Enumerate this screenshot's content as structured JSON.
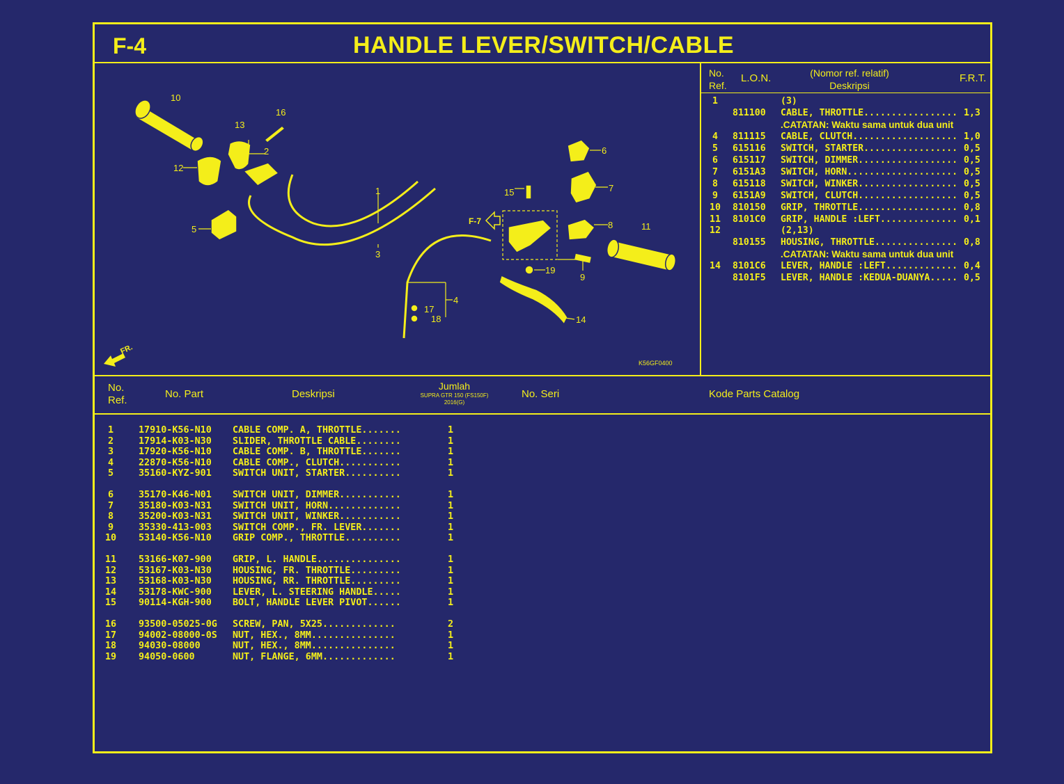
{
  "page": {
    "code": "F-4",
    "title": "HANDLE LEVER/SWITCH/CABLE"
  },
  "diagram": {
    "callouts": [
      "1",
      "2",
      "3",
      "4",
      "5",
      "6",
      "7",
      "8",
      "9",
      "10",
      "11",
      "12",
      "13",
      "14",
      "15",
      "16",
      "17",
      "18",
      "19"
    ],
    "ref_arrow": "F-7",
    "direction_label": "FR.",
    "figure_code": "K56GF0400"
  },
  "frt_table": {
    "headers": {
      "ref_line1": "No.",
      "ref_line2": "Ref.",
      "lon": "L.O.N.",
      "desc_line1": "(Nomor ref. relatif)",
      "desc_line2": "Deskripsi",
      "frt": "F.R.T."
    },
    "rows": [
      {
        "ref": "1",
        "lon": "",
        "desc": "(3)",
        "frt": ""
      },
      {
        "ref": "",
        "lon": "811100",
        "desc": "CABLE, THROTTLE.................",
        "frt": "1,3"
      },
      {
        "ref": "",
        "lon": "",
        "desc": ".CATATAN: Waktu sama untuk dua unit",
        "frt": "",
        "note": true
      },
      {
        "ref": "4",
        "lon": "811115",
        "desc": "CABLE, CLUTCH...................",
        "frt": "1,0"
      },
      {
        "ref": "5",
        "lon": "615116",
        "desc": "SWITCH, STARTER.................",
        "frt": "0,5"
      },
      {
        "ref": "6",
        "lon": "615117",
        "desc": "SWITCH, DIMMER..................",
        "frt": "0,5"
      },
      {
        "ref": "7",
        "lon": "6151A3",
        "desc": "SWITCH, HORN....................",
        "frt": "0,5"
      },
      {
        "ref": "8",
        "lon": "615118",
        "desc": "SWITCH, WINKER..................",
        "frt": "0,5"
      },
      {
        "ref": "9",
        "lon": "6151A9",
        "desc": "SWITCH, CLUTCH..................",
        "frt": "0,5"
      },
      {
        "ref": "10",
        "lon": "810150",
        "desc": "GRIP, THROTTLE..................",
        "frt": "0,8"
      },
      {
        "ref": "11",
        "lon": "8101C0",
        "desc": "GRIP, HANDLE :LEFT..............",
        "frt": "0,1"
      },
      {
        "ref": "12",
        "lon": "",
        "desc": "(2,13)",
        "frt": ""
      },
      {
        "ref": "",
        "lon": "810155",
        "desc": "HOUSING, THROTTLE...............",
        "frt": "0,8"
      },
      {
        "ref": "",
        "lon": "",
        "desc": ".CATATAN: Waktu sama untuk dua unit",
        "frt": "",
        "note": true
      },
      {
        "ref": "14",
        "lon": "8101C6",
        "desc": "LEVER, HANDLE :LEFT.............",
        "frt": "0,4"
      },
      {
        "ref": "",
        "lon": "8101F5",
        "desc": "LEVER, HANDLE :KEDUA-DUANYA.....",
        "frt": "0,5"
      }
    ]
  },
  "parts_table": {
    "headers": {
      "ref_line1": "No.",
      "ref_line2": "Ref.",
      "part_no": "No. Part",
      "desc": "Deskripsi",
      "qty": "Jumlah",
      "qty_model_line1": "SUPRA GTR 150 (FS150F)",
      "qty_model_line2": "2016(G)",
      "serial": "No. Seri",
      "catalog_code": "Kode Parts Catalog"
    },
    "rows": [
      {
        "ref": "1",
        "part": "17910-K56-N10",
        "desc": "CABLE COMP. A, THROTTLE.......",
        "qty": "1"
      },
      {
        "ref": "2",
        "part": "17914-K03-N30",
        "desc": "SLIDER, THROTTLE CABLE........",
        "qty": "1"
      },
      {
        "ref": "3",
        "part": "17920-K56-N10",
        "desc": "CABLE COMP. B, THROTTLE.......",
        "qty": "1"
      },
      {
        "ref": "4",
        "part": "22870-K56-N10",
        "desc": "CABLE COMP., CLUTCH...........",
        "qty": "1"
      },
      {
        "ref": "5",
        "part": "35160-KYZ-901",
        "desc": "SWITCH UNIT, STARTER..........",
        "qty": "1"
      },
      {
        "ref": "6",
        "part": "35170-K46-N01",
        "desc": "SWITCH UNIT, DIMMER...........",
        "qty": "1"
      },
      {
        "ref": "7",
        "part": "35180-K03-N31",
        "desc": "SWITCH UNIT, HORN.............",
        "qty": "1"
      },
      {
        "ref": "8",
        "part": "35200-K03-N31",
        "desc": "SWITCH UNIT, WINKER...........",
        "qty": "1"
      },
      {
        "ref": "9",
        "part": "35330-413-003",
        "desc": "SWITCH COMP., FR. LEVER.......",
        "qty": "1"
      },
      {
        "ref": "10",
        "part": "53140-K56-N10",
        "desc": "GRIP COMP., THROTTLE..........",
        "qty": "1"
      },
      {
        "ref": "11",
        "part": "53166-K07-900",
        "desc": "GRIP, L. HANDLE...............",
        "qty": "1"
      },
      {
        "ref": "12",
        "part": "53167-K03-N30",
        "desc": "HOUSING, FR. THROTTLE.........",
        "qty": "1"
      },
      {
        "ref": "13",
        "part": "53168-K03-N30",
        "desc": "HOUSING, RR. THROTTLE.........",
        "qty": "1"
      },
      {
        "ref": "14",
        "part": "53178-KWC-900",
        "desc": "LEVER, L. STEERING HANDLE.....",
        "qty": "1"
      },
      {
        "ref": "15",
        "part": "90114-KGH-900",
        "desc": "BOLT, HANDLE LEVER PIVOT......",
        "qty": "1"
      },
      {
        "ref": "16",
        "part": "93500-05025-0G",
        "desc": "SCREW, PAN, 5X25.............",
        "qty": "2"
      },
      {
        "ref": "17",
        "part": "94002-08000-0S",
        "desc": "NUT, HEX., 8MM...............",
        "qty": "1"
      },
      {
        "ref": "18",
        "part": "94030-08000",
        "desc": "NUT, HEX., 8MM...............",
        "qty": "1"
      },
      {
        "ref": "19",
        "part": "94050-0600",
        "desc": "NUT, FLANGE, 6MM.............",
        "qty": "1"
      }
    ]
  }
}
